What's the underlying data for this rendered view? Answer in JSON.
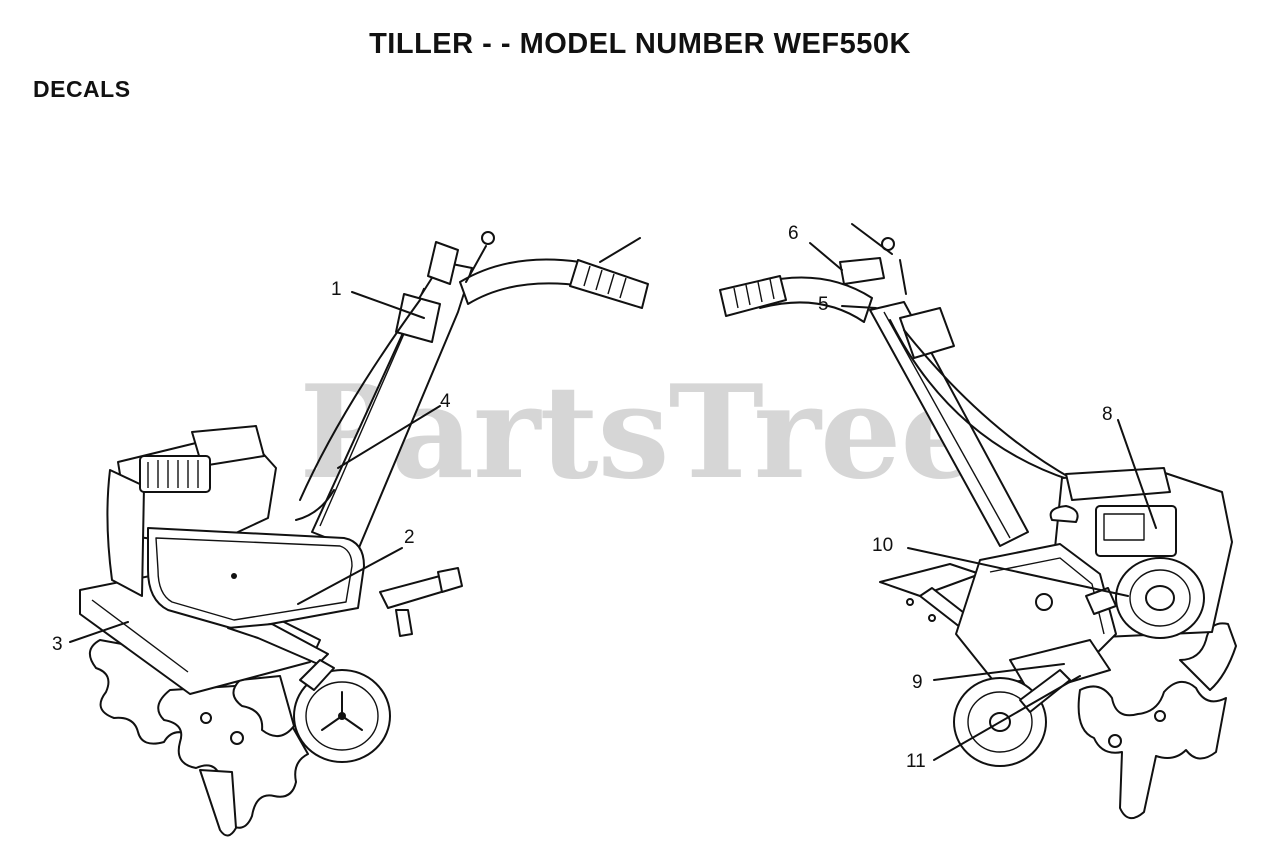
{
  "title": "TILLER - - MODEL NUMBER WEF550K",
  "section": "DECALS",
  "watermark": "PartsTree",
  "callouts": {
    "c1": "1",
    "c2": "2",
    "c3": "3",
    "c4": "4",
    "c5": "5",
    "c6": "6",
    "c7": "8",
    "c8": "10",
    "c9": "9",
    "c10": "11"
  }
}
